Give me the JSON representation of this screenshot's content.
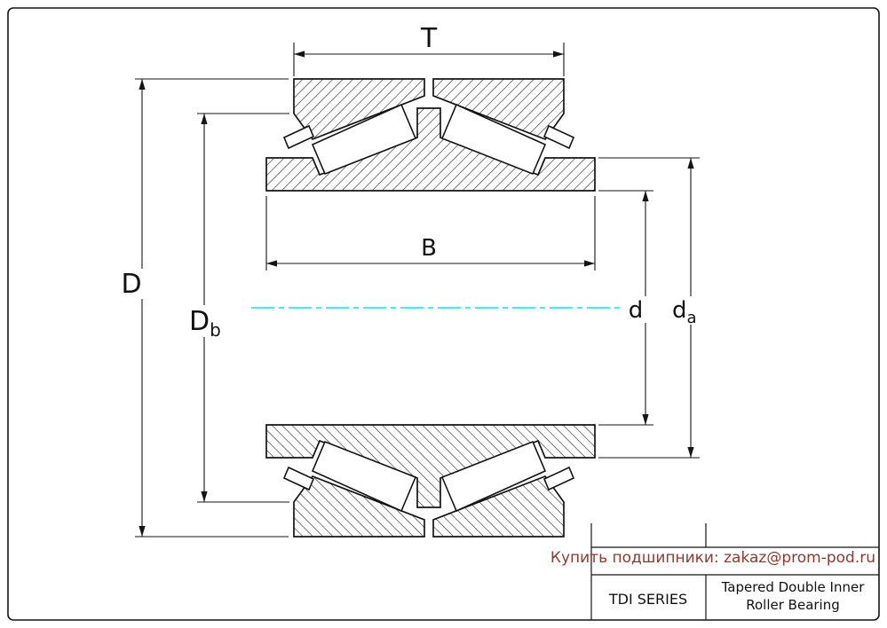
{
  "drawing": {
    "type": "tapered-double-inner-bearing-cross-section",
    "line_color": "#141414",
    "centerline_color": "#00e8e8",
    "dimensions": {
      "T": {
        "main": "T"
      },
      "D": {
        "main": "D"
      },
      "Db": {
        "main": "D",
        "sub": "b"
      },
      "B": {
        "main": "B"
      },
      "d": {
        "main": "d"
      },
      "da": {
        "main": "d",
        "sub": "a"
      }
    }
  },
  "caption": {
    "text": "Купить подшипники: zakaz@prom-pod.ru",
    "color": "#8e3b2f"
  },
  "title_block": {
    "series": "TDI SERIES",
    "description_line1": "Tapered Double Inner",
    "description_line2": "Roller Bearing"
  }
}
